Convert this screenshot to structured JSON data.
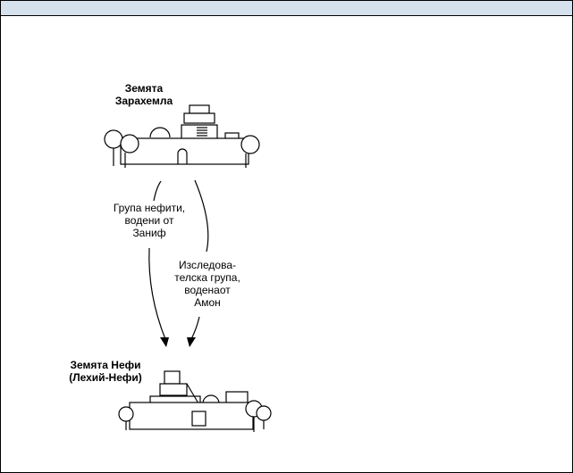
{
  "places": {
    "zarahemla": "Земята\nЗарахемла",
    "nephi": "Земята Нефи\n(Лехий-Нефи)"
  },
  "journeys": {
    "zeniff": "Група нефити,\nводени от\nЗаниф",
    "ammon": "Изследова-\nтелска група,\nводенаот\nАмон"
  },
  "colors": {
    "header": "#d6e1ee",
    "stroke": "#000000",
    "fill": "#ffffff"
  }
}
